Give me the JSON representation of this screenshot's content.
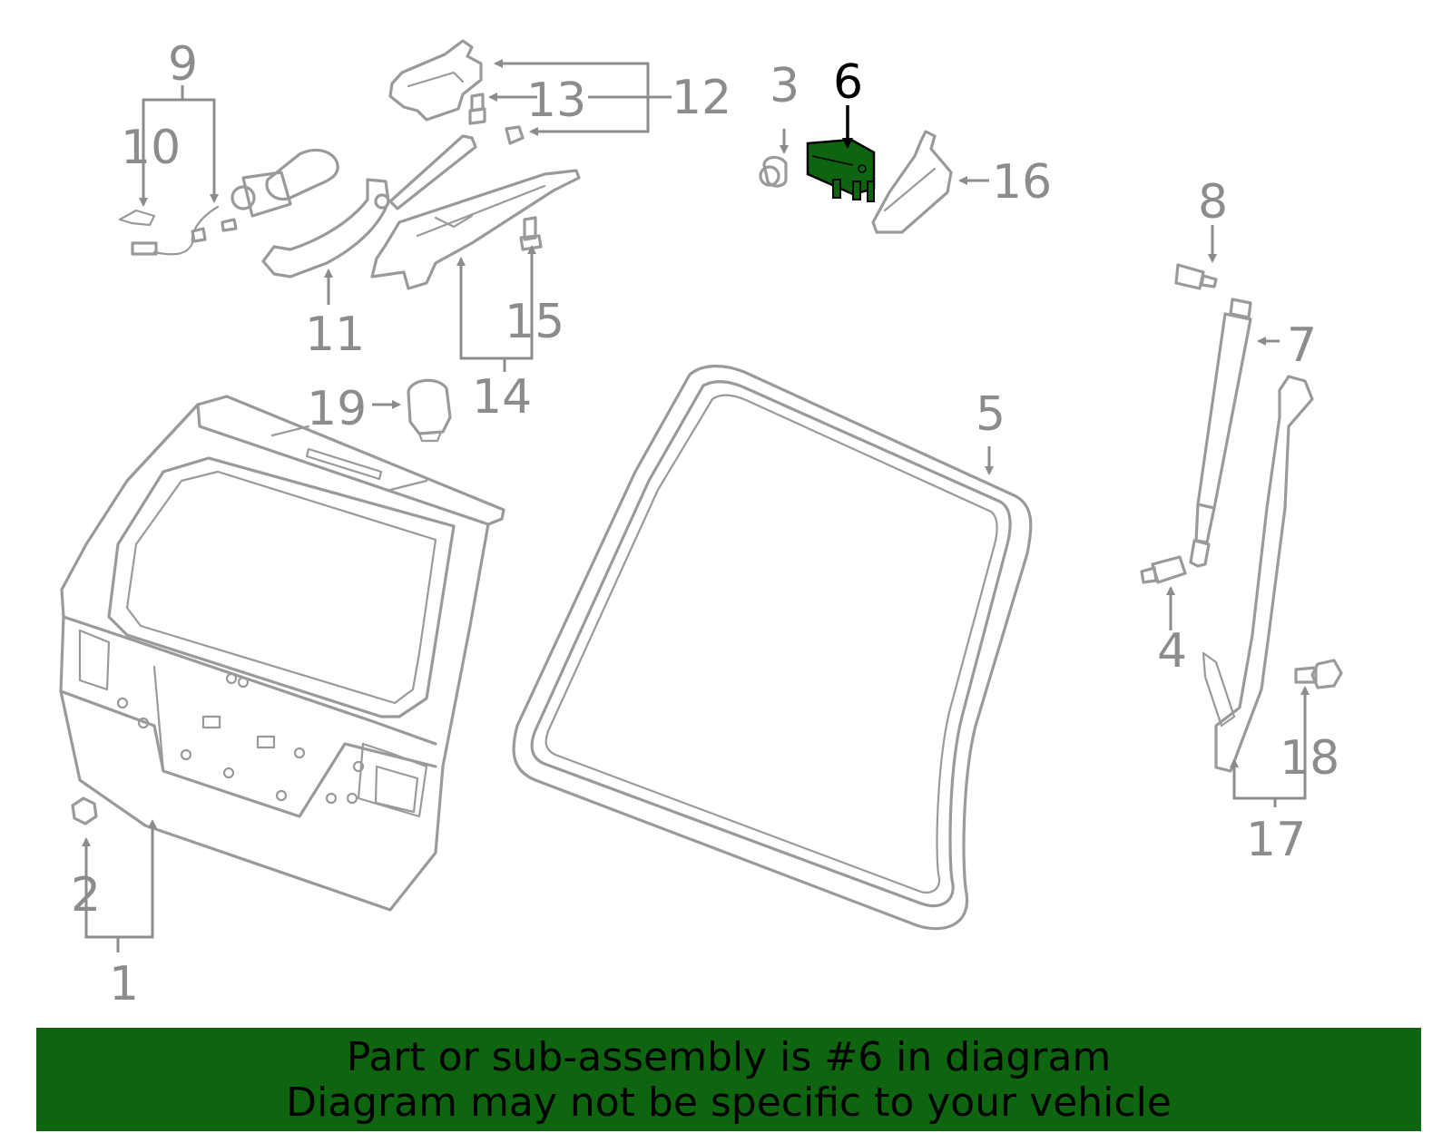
{
  "highlight_color": "#0f640f",
  "highlighted_part": "6",
  "labels": {
    "p1": "1",
    "p2": "2",
    "p3": "3",
    "p4": "4",
    "p5": "5",
    "p6": "6",
    "p7": "7",
    "p8": "8",
    "p9": "9",
    "p10": "10",
    "p11": "11",
    "p12": "12",
    "p13": "13",
    "p14": "14",
    "p15": "15",
    "p16": "16",
    "p17": "17",
    "p18": "18",
    "p19": "19"
  },
  "banner": {
    "line1": "Part or sub-assembly is #6 in diagram",
    "line2": "Diagram may not be specific to your vehicle"
  }
}
